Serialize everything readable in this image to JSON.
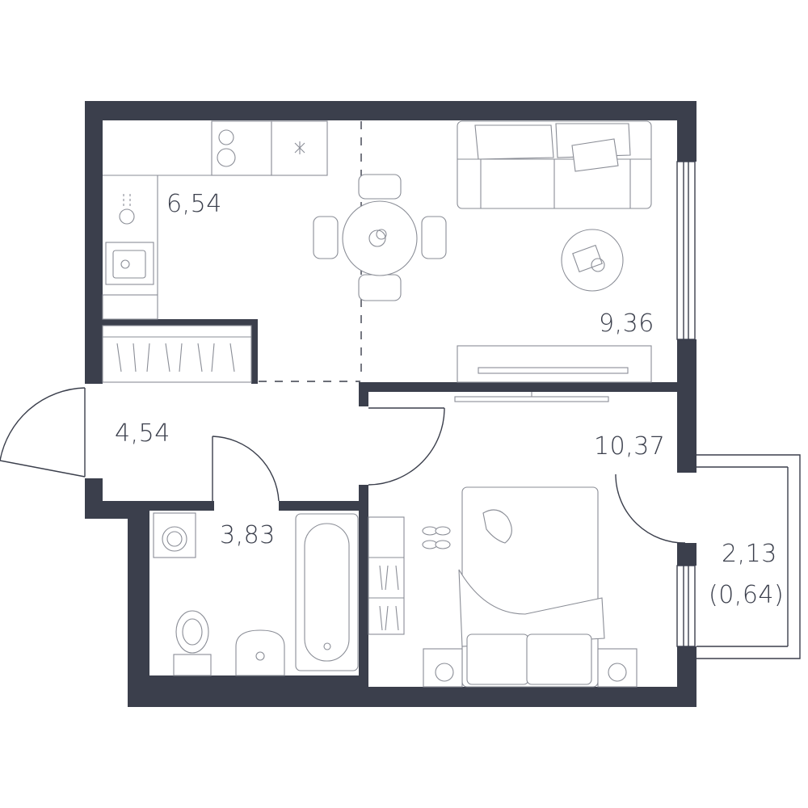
{
  "plan": {
    "wall_color": "#3b3f4c",
    "furniture_color": "#8a8d96",
    "rooms": {
      "kitchen": {
        "area": "6,54"
      },
      "living": {
        "area": "9,36"
      },
      "hall": {
        "area": "4,54"
      },
      "bathroom": {
        "area": "3,83"
      },
      "bedroom": {
        "area": "10,37"
      },
      "balcony": {
        "area": "2,13",
        "area_reduced": "(0,64)"
      }
    }
  }
}
